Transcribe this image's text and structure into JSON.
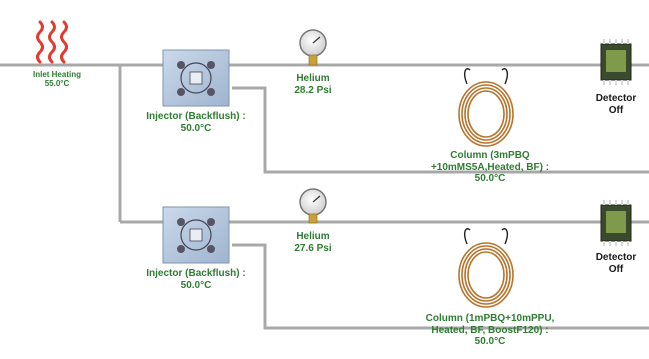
{
  "inlet": {
    "title": "Inlet Heating",
    "temp": "55.0°C",
    "icon": "heat-waves-icon"
  },
  "channels": [
    {
      "injector": {
        "label": "Injector (Backflush) :",
        "temp": "50.0°C",
        "icon": "injector-valve-icon"
      },
      "carrier": {
        "gas": "Helium",
        "pressure": "28.2 Psi",
        "icon": "pressure-gauge-icon"
      },
      "column": {
        "line1": "Column (3mPBQ",
        "line2": "+10mMS5A,Heated, BF) :",
        "temp": "50.0°C",
        "icon": "column-coil-icon"
      },
      "detector": {
        "name": "Detector",
        "status": "Off",
        "icon": "detector-chip-icon"
      }
    },
    {
      "injector": {
        "label": "Injector (Backflush) :",
        "temp": "50.0°C",
        "icon": "injector-valve-icon"
      },
      "carrier": {
        "gas": "Helium",
        "pressure": "27.6 Psi",
        "icon": "pressure-gauge-icon"
      },
      "column": {
        "line1": "Column (1mPBQ+10mPPU,",
        "line2": "Heated, BF, BoostF120) :",
        "temp": "50.0°C",
        "icon": "column-coil-icon"
      },
      "detector": {
        "name": "Detector",
        "status": "Off",
        "icon": "detector-chip-icon"
      }
    }
  ],
  "colors": {
    "line": "#a8a8a8",
    "label_green": "#2e7d32",
    "heat_red": "#e23b2e",
    "coil_copper": "#b8732a",
    "injector_blue": "#a9bed6"
  }
}
